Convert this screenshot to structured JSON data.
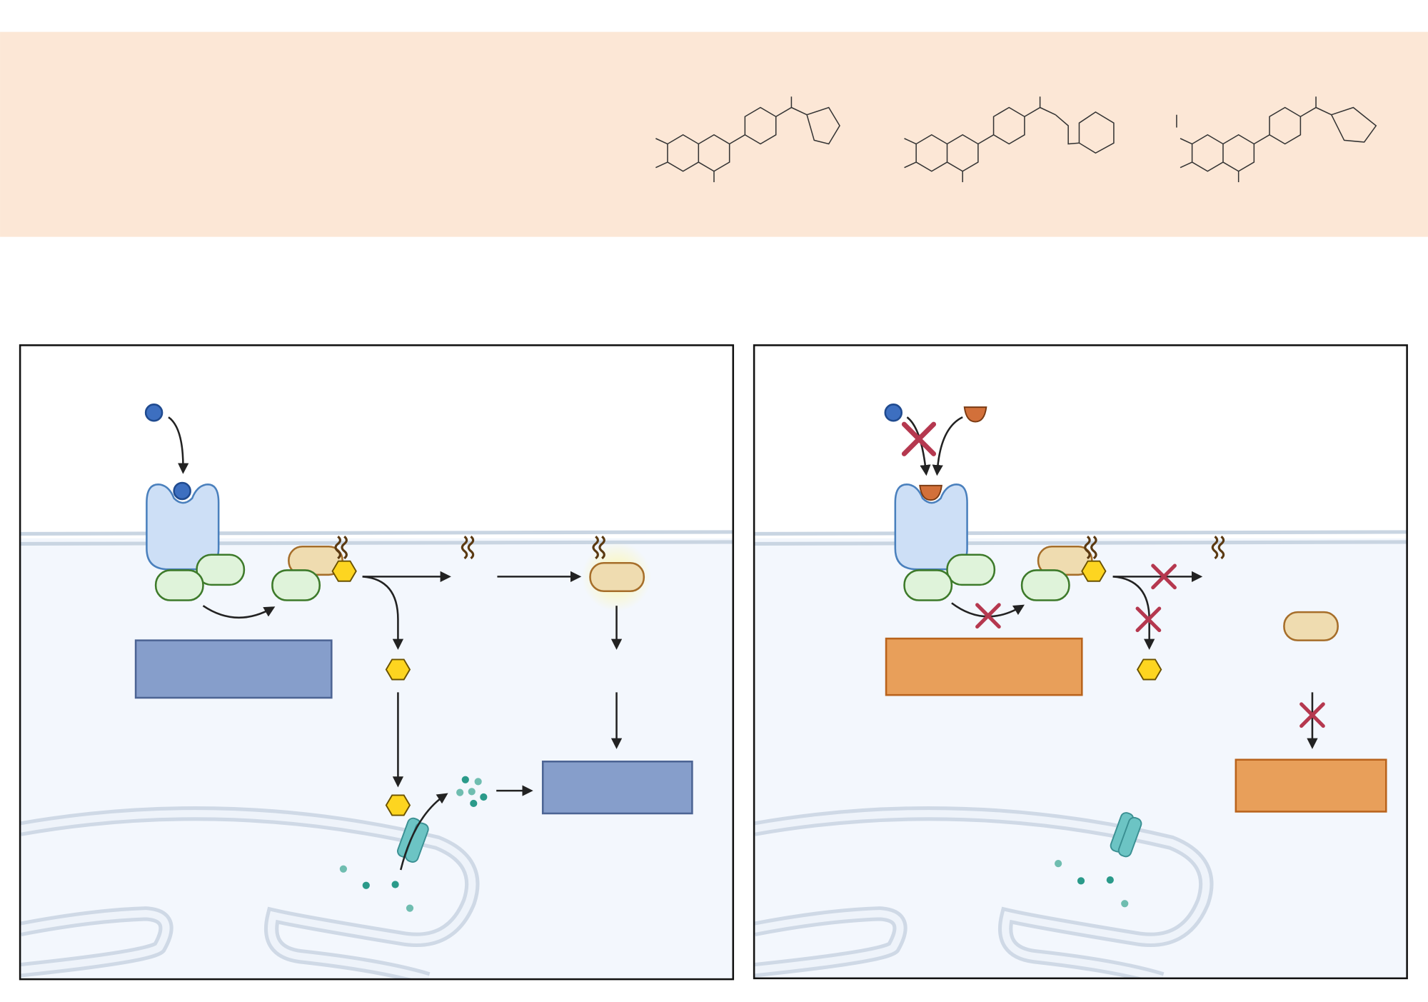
{
  "colors": {
    "banner": "#fce7d6",
    "cytoplasm": "#f3f7fd",
    "membrane": "#c9d5e2",
    "ligand": "#3d6fc0",
    "inhibitor": "#d2703a",
    "receptor": "#cddff6",
    "g_protein": "#dff3da",
    "effector": "#efdcb0",
    "second_messenger": "#fdd520",
    "channel": "#6cc4c4",
    "ion": "#2a9a8a",
    "outcome_active": "#869ecb",
    "outcome_blocked": "#e89f5a",
    "block_cross": "#b5384f"
  },
  "banner": {
    "molecules": [
      "molecule-1",
      "molecule-2",
      "molecule-3"
    ]
  },
  "panels": [
    {
      "state": "active pathway"
    },
    {
      "state": "inhibited pathway"
    }
  ]
}
